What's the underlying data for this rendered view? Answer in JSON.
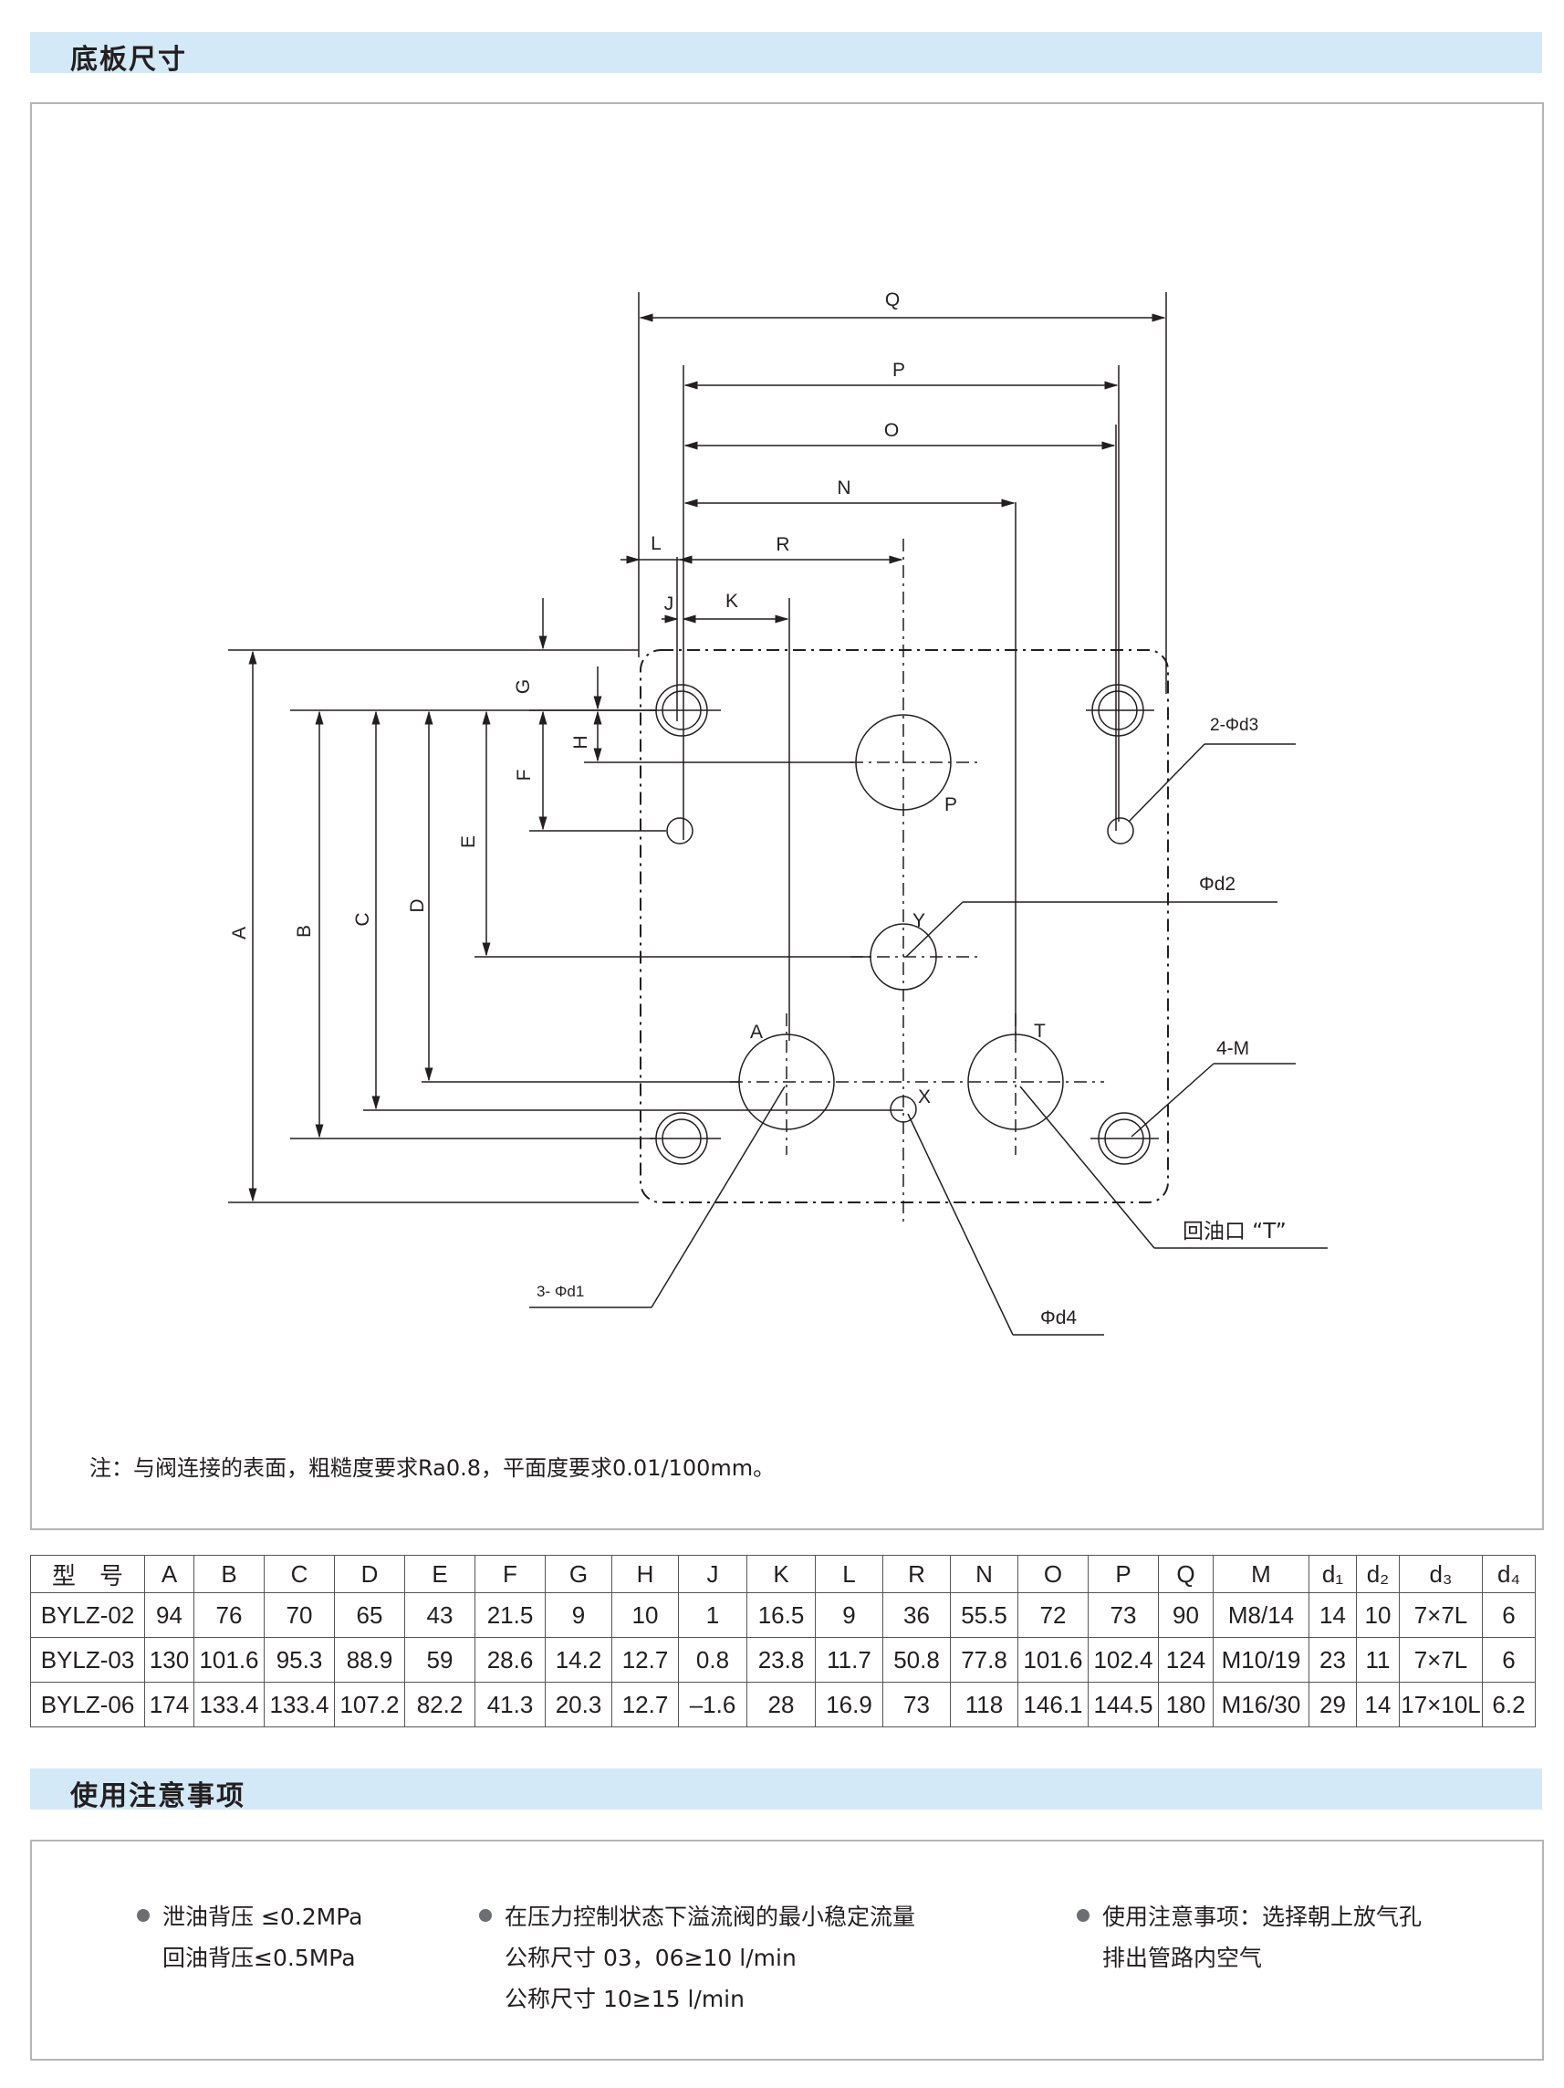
{
  "section1": {
    "title": "底板尺寸"
  },
  "drawing": {
    "dim_labels": [
      "Q",
      "P",
      "O",
      "N",
      "L",
      "R",
      "J",
      "K",
      "G",
      "H",
      "F",
      "E",
      "D",
      "C",
      "B",
      "A"
    ],
    "port_labels": {
      "P": "P",
      "Y": "Y",
      "A": "A",
      "T": "T",
      "X": "X"
    },
    "callouts": {
      "d3": "2-Φd3",
      "d2": "Φd2",
      "m": "4-M",
      "return_port": "回油口 “T”",
      "d1": "3- Φd1",
      "d4": "Φd4"
    }
  },
  "note": "注：与阀连接的表面，粗糙度要求Ra0.8，平面度要求0.01/100mm。",
  "table": {
    "headers": [
      "型　号",
      "A",
      "B",
      "C",
      "D",
      "E",
      "F",
      "G",
      "H",
      "J",
      "K",
      "L",
      "R",
      "N",
      "O",
      "P",
      "Q",
      "M",
      "d₁",
      "d₂",
      "d₃",
      "d₄"
    ],
    "rows": [
      [
        "BYLZ-02",
        "94",
        "76",
        "70",
        "65",
        "43",
        "21.5",
        "9",
        "10",
        "1",
        "16.5",
        "9",
        "36",
        "55.5",
        "72",
        "73",
        "90",
        "M8/14",
        "14",
        "10",
        "7×7L",
        "6"
      ],
      [
        "BYLZ-03",
        "130",
        "101.6",
        "95.3",
        "88.9",
        "59",
        "28.6",
        "14.2",
        "12.7",
        "0.8",
        "23.8",
        "11.7",
        "50.8",
        "77.8",
        "101.6",
        "102.4",
        "124",
        "M10/19",
        "23",
        "11",
        "7×7L",
        "6"
      ],
      [
        "BYLZ-06",
        "174",
        "133.4",
        "133.4",
        "107.2",
        "82.2",
        "41.3",
        "20.3",
        "12.7",
        "–1.6",
        "28",
        "16.9",
        "73",
        "118",
        "146.1",
        "144.5",
        "180",
        "M16/30",
        "29",
        "14",
        "17×10L",
        "6.2"
      ]
    ]
  },
  "section2": {
    "title": "使用注意事项"
  },
  "usage": {
    "col1": [
      "泄油背压 ≤0.2MPa",
      "回油背压≤0.5MPa"
    ],
    "col2": [
      "在压力控制状态下溢流阀的最小稳定流量",
      "公称尺寸 03，06≥10 l/min",
      "公称尺寸 10≥15 l/min"
    ],
    "col3": [
      "使用注意事项：选择朝上放气孔",
      "排出管路内空气"
    ]
  }
}
